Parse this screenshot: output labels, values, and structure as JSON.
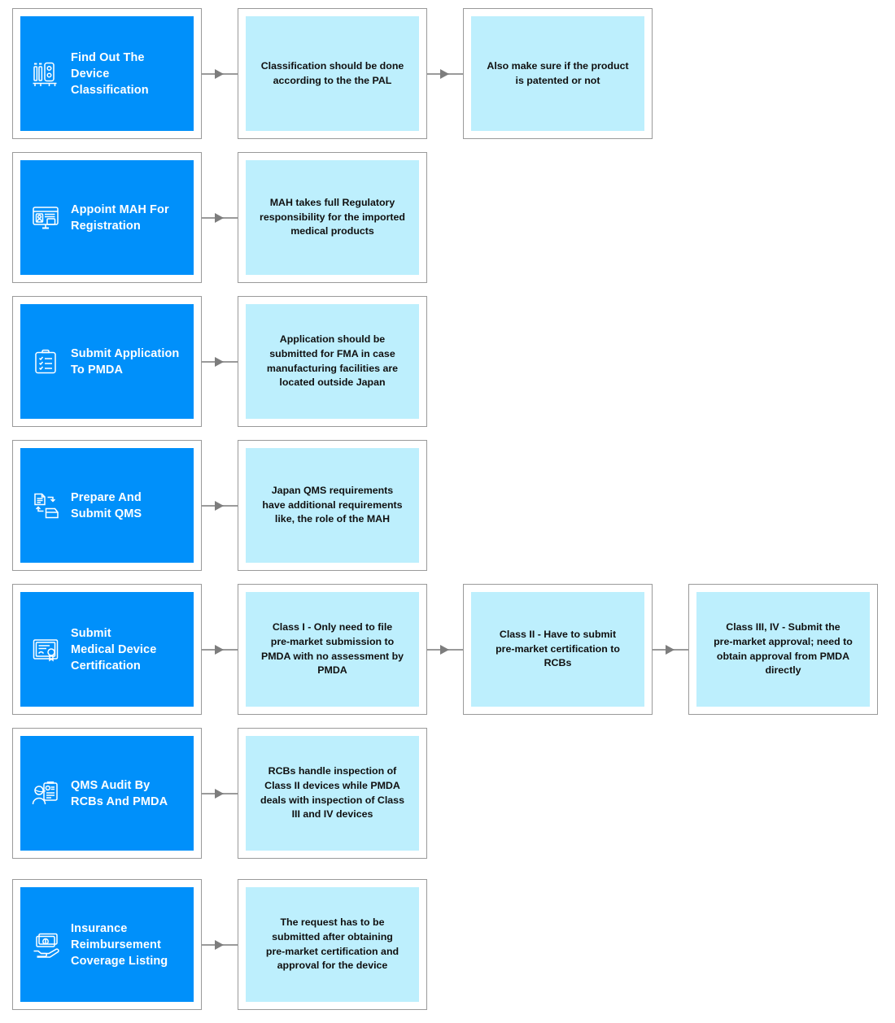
{
  "diagram": {
    "colors": {
      "primary_fill": "#0090fa",
      "detail_fill": "#bdeffd",
      "card_border": "#9a9a9a",
      "connector": "#7d7d7d",
      "primary_text": "#ffffff",
      "detail_text": "#101010",
      "page_background": "#ffffff"
    },
    "rows": [
      {
        "id": "row-1",
        "step": {
          "icon": "test-tube-device-icon",
          "title": "Find Out The\nDevice Classification"
        },
        "details": [
          "Classification should be done\naccording to the the PAL",
          "Also make sure if the product\nis patented or not"
        ]
      },
      {
        "id": "row-2",
        "step": {
          "icon": "monitor-profile-registration-icon",
          "title": "Appoint MAH For\nRegistration"
        },
        "details": [
          "MAH takes full Regulatory\nresponsibility for the imported\nmedical products"
        ]
      },
      {
        "id": "row-3",
        "step": {
          "icon": "clipboard-checklist-icon",
          "title": "Submit Application\nTo PMDA"
        },
        "details": [
          "Application should be\nsubmitted  for FMA in case\nmanufacturing facilities are\nlocated outside Japan"
        ]
      },
      {
        "id": "row-4",
        "step": {
          "icon": "documents-submit-tray-icon",
          "title": "Prepare And\nSubmit QMS"
        },
        "details": [
          "Japan QMS requirements\nhave additional requirements\nlike, the role of the MAH"
        ]
      },
      {
        "id": "row-5",
        "step": {
          "icon": "certificate-seal-icon",
          "title": "Submit\nMedical Device\nCertification"
        },
        "details": [
          "Class I - Only need to file\npre-market submission to\nPMDA with no assessment by\nPMDA",
          "Class II -  Have to submit\npre-market certification to\nRCBs",
          "Class III, IV - Submit the\npre-market approval; need to\nobtain approval from PMDA\ndirectly"
        ]
      },
      {
        "id": "row-6",
        "step": {
          "icon": "auditor-clipboard-icon",
          "title": "QMS Audit By\nRCBs And PMDA"
        },
        "details": [
          "RCBs handle inspection of\nClass II devices while PMDA\ndeals with inspection of Class\nIII and IV devices"
        ]
      },
      {
        "id": "row-7",
        "step": {
          "icon": "cash-on-hand-icon",
          "title": "Insurance\nReimbursement\nCoverage Listing"
        },
        "details": [
          "The request has to be\nsubmitted after obtaining\npre-market certification and\napproval for the device"
        ]
      }
    ]
  }
}
